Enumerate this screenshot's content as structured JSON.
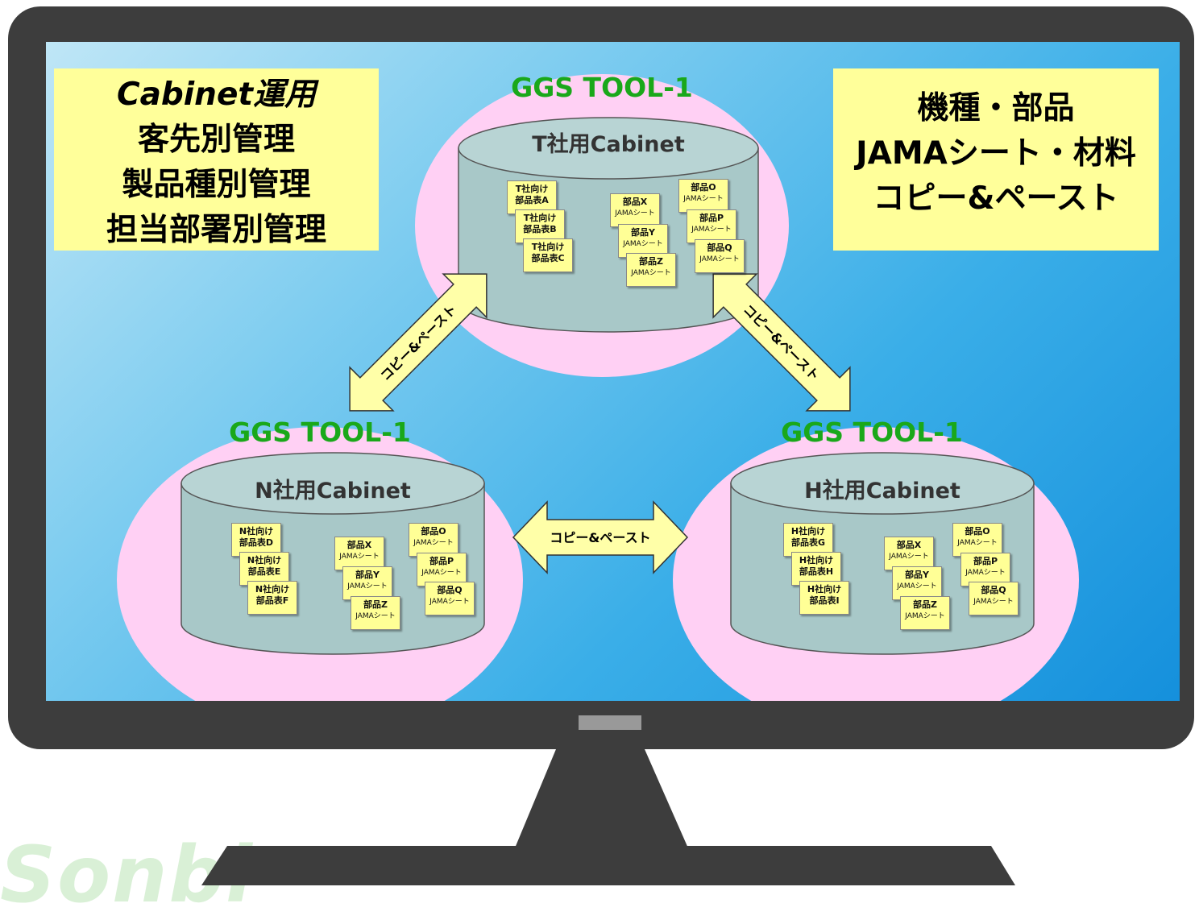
{
  "left_panel": {
    "line1": "Cabinet運用",
    "line2": "客先別管理",
    "line3": "製品種別管理",
    "line4": "担当部署別管理"
  },
  "right_panel": {
    "line1": "機種・部品",
    "line2": "JAMAシート・材料",
    "line3": "コピー&ペースト"
  },
  "tools": [
    {
      "label": "GGS TOOL-1",
      "cabinet": "T社用Cabinet",
      "bom": [
        {
          "line1": "T社向け",
          "line2": "部品表A"
        },
        {
          "line1": "T社向け",
          "line2": "部品表B"
        },
        {
          "line1": "T社向け",
          "line2": "部品表C"
        }
      ]
    },
    {
      "label": "GGS TOOL-1",
      "cabinet": "N社用Cabinet",
      "bom": [
        {
          "line1": "N社向け",
          "line2": "部品表D"
        },
        {
          "line1": "N社向け",
          "line2": "部品表E"
        },
        {
          "line1": "N社向け",
          "line2": "部品表F"
        }
      ]
    },
    {
      "label": "GGS TOOL-1",
      "cabinet": "H社用Cabinet",
      "bom": [
        {
          "line1": "H社向け",
          "line2": "部品表G"
        },
        {
          "line1": "H社向け",
          "line2": "部品表H"
        },
        {
          "line1": "H社向け",
          "line2": "部品表I"
        }
      ]
    }
  ],
  "parts": [
    {
      "name": "部品X",
      "sheet": "JAMAシート"
    },
    {
      "name": "部品Y",
      "sheet": "JAMAシート"
    },
    {
      "name": "部品Z",
      "sheet": "JAMAシート"
    },
    {
      "name": "部品O",
      "sheet": "JAMAシート"
    },
    {
      "name": "部品P",
      "sheet": "JAMAシート"
    },
    {
      "name": "部品Q",
      "sheet": "JAMAシート"
    }
  ],
  "arrows": {
    "top_left": "コピー&ペースト",
    "top_right": "コピー&ペースト",
    "bottom": "コピー&ペースト"
  },
  "watermark": "Sonbi",
  "colors": {
    "monitor": "#3d3d3d",
    "screen_light": "#bfe6f6",
    "screen_dark": "#1590dc",
    "ellipse": "#ffd0f4",
    "cylinder": "#a8c8c8",
    "note": "#ffff96",
    "panel": "#ffff9a",
    "arrow": "#ffffa8",
    "tool_label": "#1aa81a"
  }
}
